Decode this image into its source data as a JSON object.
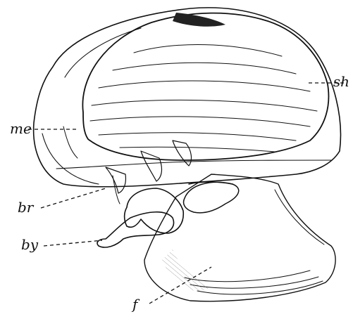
{
  "labels": {
    "sh": "sh",
    "me": "me",
    "br": "br",
    "by": "by",
    "f": "f"
  }
}
